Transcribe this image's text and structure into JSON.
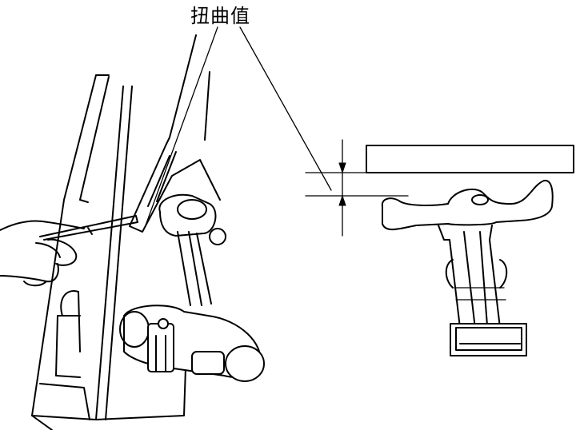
{
  "figure": {
    "annotation_label": "扭曲值",
    "elements": [
      "fixture-frame",
      "connecting-rod",
      "hand-holding-feeler-gauge",
      "reference-plate",
      "measurement-dimension-arrows",
      "side-view-connecting-rod"
    ]
  }
}
